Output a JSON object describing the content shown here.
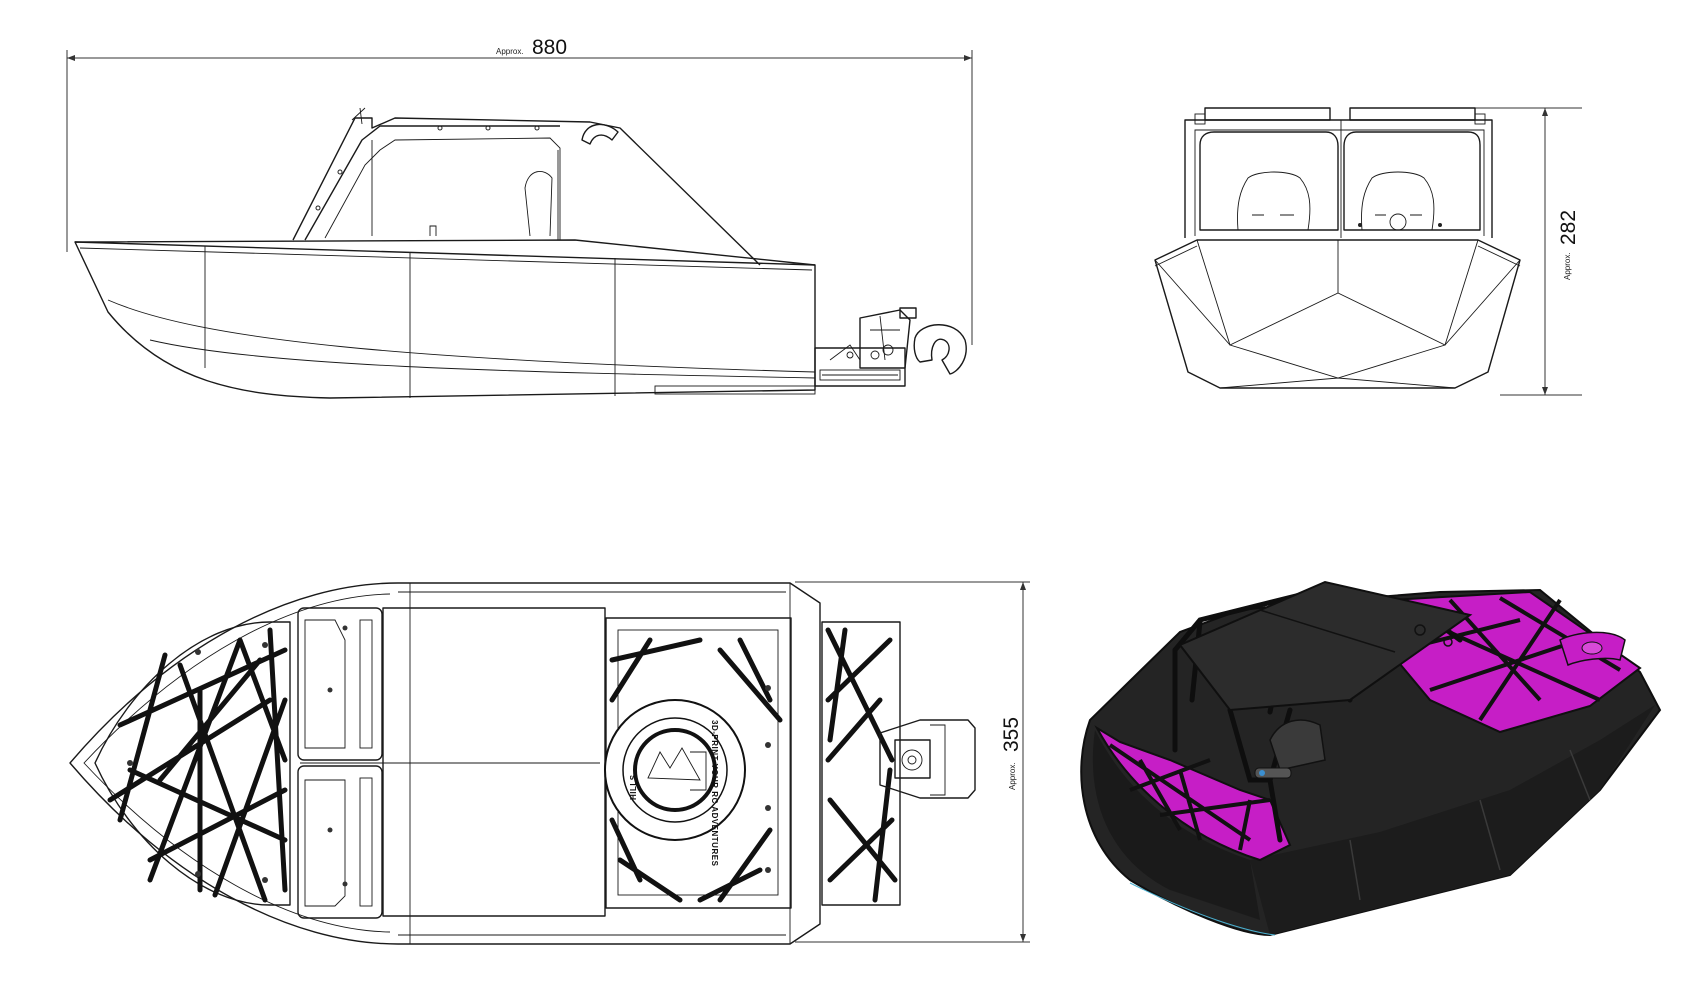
{
  "dimensions": {
    "length": {
      "prefix": "Approx.",
      "value": "880"
    },
    "height": {
      "prefix": "Approx.",
      "value": "282"
    },
    "width": {
      "prefix": "Approx.",
      "value": "355"
    }
  },
  "views": {
    "side": "side-elevation-view",
    "front": "front-elevation-view",
    "top": "top-plan-view",
    "iso": "isometric-render-view"
  },
  "logo": {
    "ring_text_top": "3D-PRINT YOUR RC ADVENTURES",
    "ring_text_side": "HILLS"
  },
  "colors": {
    "line": "#1a1a1a",
    "hull_render": "#242424",
    "deck_render": "#c61ec6",
    "deck_render_light": "#d84ad8"
  }
}
